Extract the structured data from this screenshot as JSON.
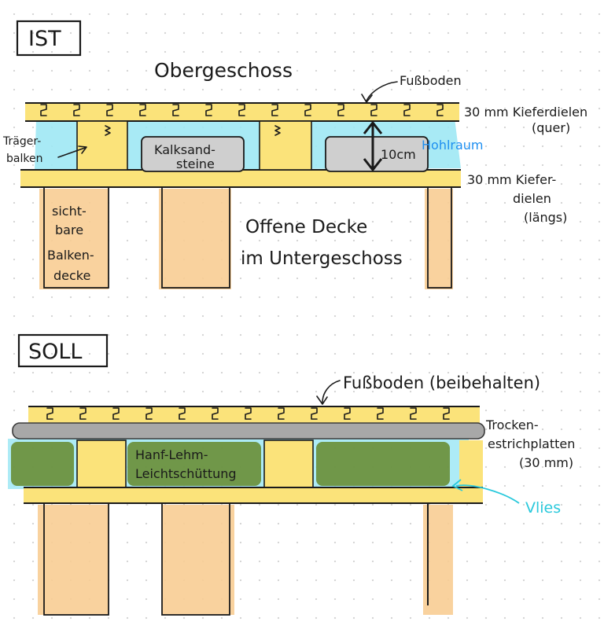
{
  "ist": {
    "heading": "IST",
    "upper_floor": "Obergeschoss",
    "floor_label": "Fußboden",
    "top_boards": [
      "30 mm Kieferdielen",
      "(quer)"
    ],
    "bottom_boards": [
      "30 mm Kiefer-",
      "dielen",
      "(längs)"
    ],
    "beam_label": [
      "Träger-",
      "balken"
    ],
    "bricks_label": [
      "Kalksand-",
      "steine"
    ],
    "height_label": "10cm",
    "cavity_label": "Hohlraum",
    "visible_beams": [
      "sicht-",
      "bare",
      "Balken-",
      "decke"
    ],
    "open_ceiling": [
      "Offene Decke",
      "im Untergeschoss"
    ]
  },
  "soll": {
    "heading": "SOLL",
    "floor_label": "Fußboden (beibehalten)",
    "screed_label": [
      "Trocken-",
      "estrichplatten",
      "(30 mm)"
    ],
    "fill_label": [
      "Hanf-Lehm-",
      "Leichtschüttung"
    ],
    "fleece_label": "Vlies"
  },
  "colors": {
    "wood": "#fbe37a",
    "beam": "#f8cd93",
    "cavity": "#9fe8f4",
    "brick": "#cfcfcf",
    "hemp": "#6a8f3a",
    "screed": "#a8a8a8",
    "blue_ink": "#1e8ff0",
    "cyan_ink": "#2ac9dc"
  }
}
